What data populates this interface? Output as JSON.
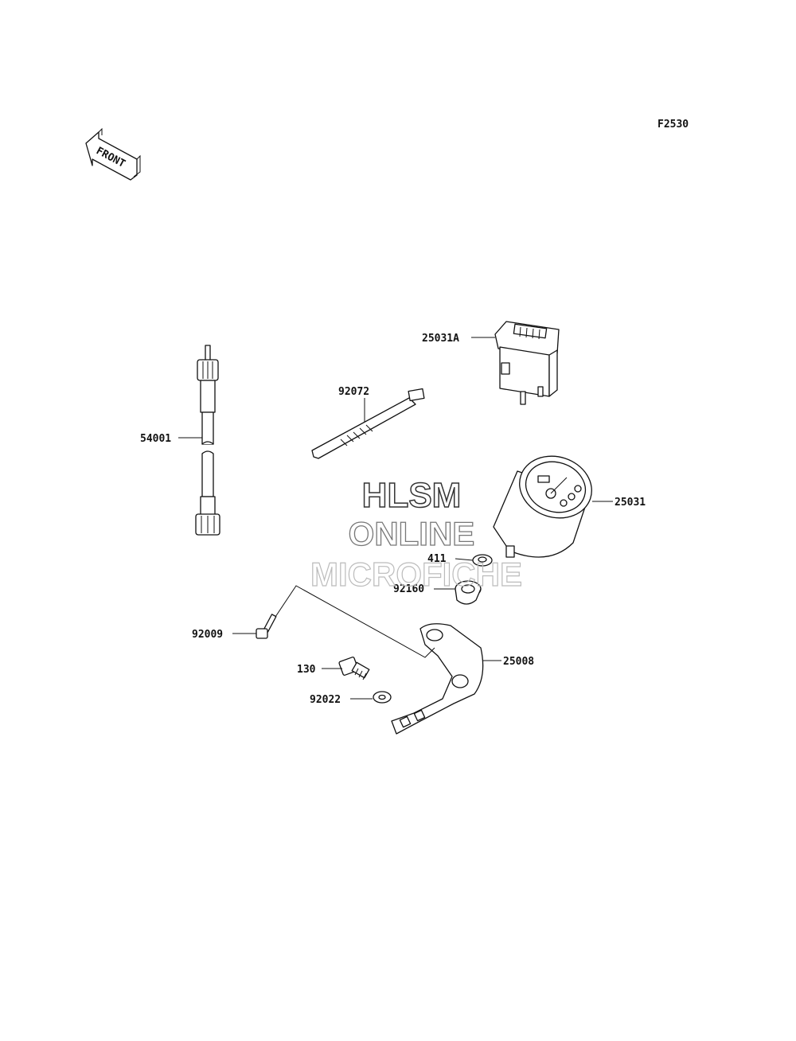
{
  "figure_code": "F2530",
  "front_arrow_text": "FRONT",
  "watermark": {
    "line1": "HLSM",
    "line2": "ONLINE",
    "line3": "MICROFICHE"
  },
  "parts": {
    "p25031a": "25031A",
    "p92072": "92072",
    "p54001": "54001",
    "p25031": "25031",
    "p411": "411",
    "p92160": "92160",
    "p92009": "92009",
    "p130": "130",
    "p25008": "25008",
    "p92022": "92022"
  }
}
